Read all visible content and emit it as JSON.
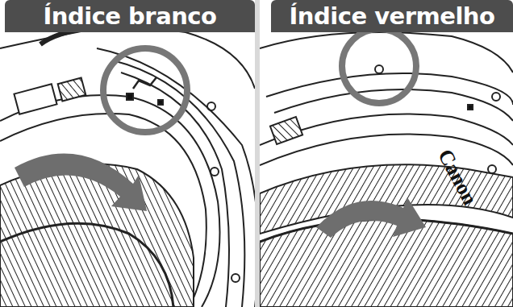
{
  "diagram": {
    "nodes": [
      {
        "text": [
          "Índice branco"
        ]
      },
      {
        "text": [
          "Índice vermelho"
        ]
      }
    ],
    "labels": [
      "Canon"
    ]
  }
}
